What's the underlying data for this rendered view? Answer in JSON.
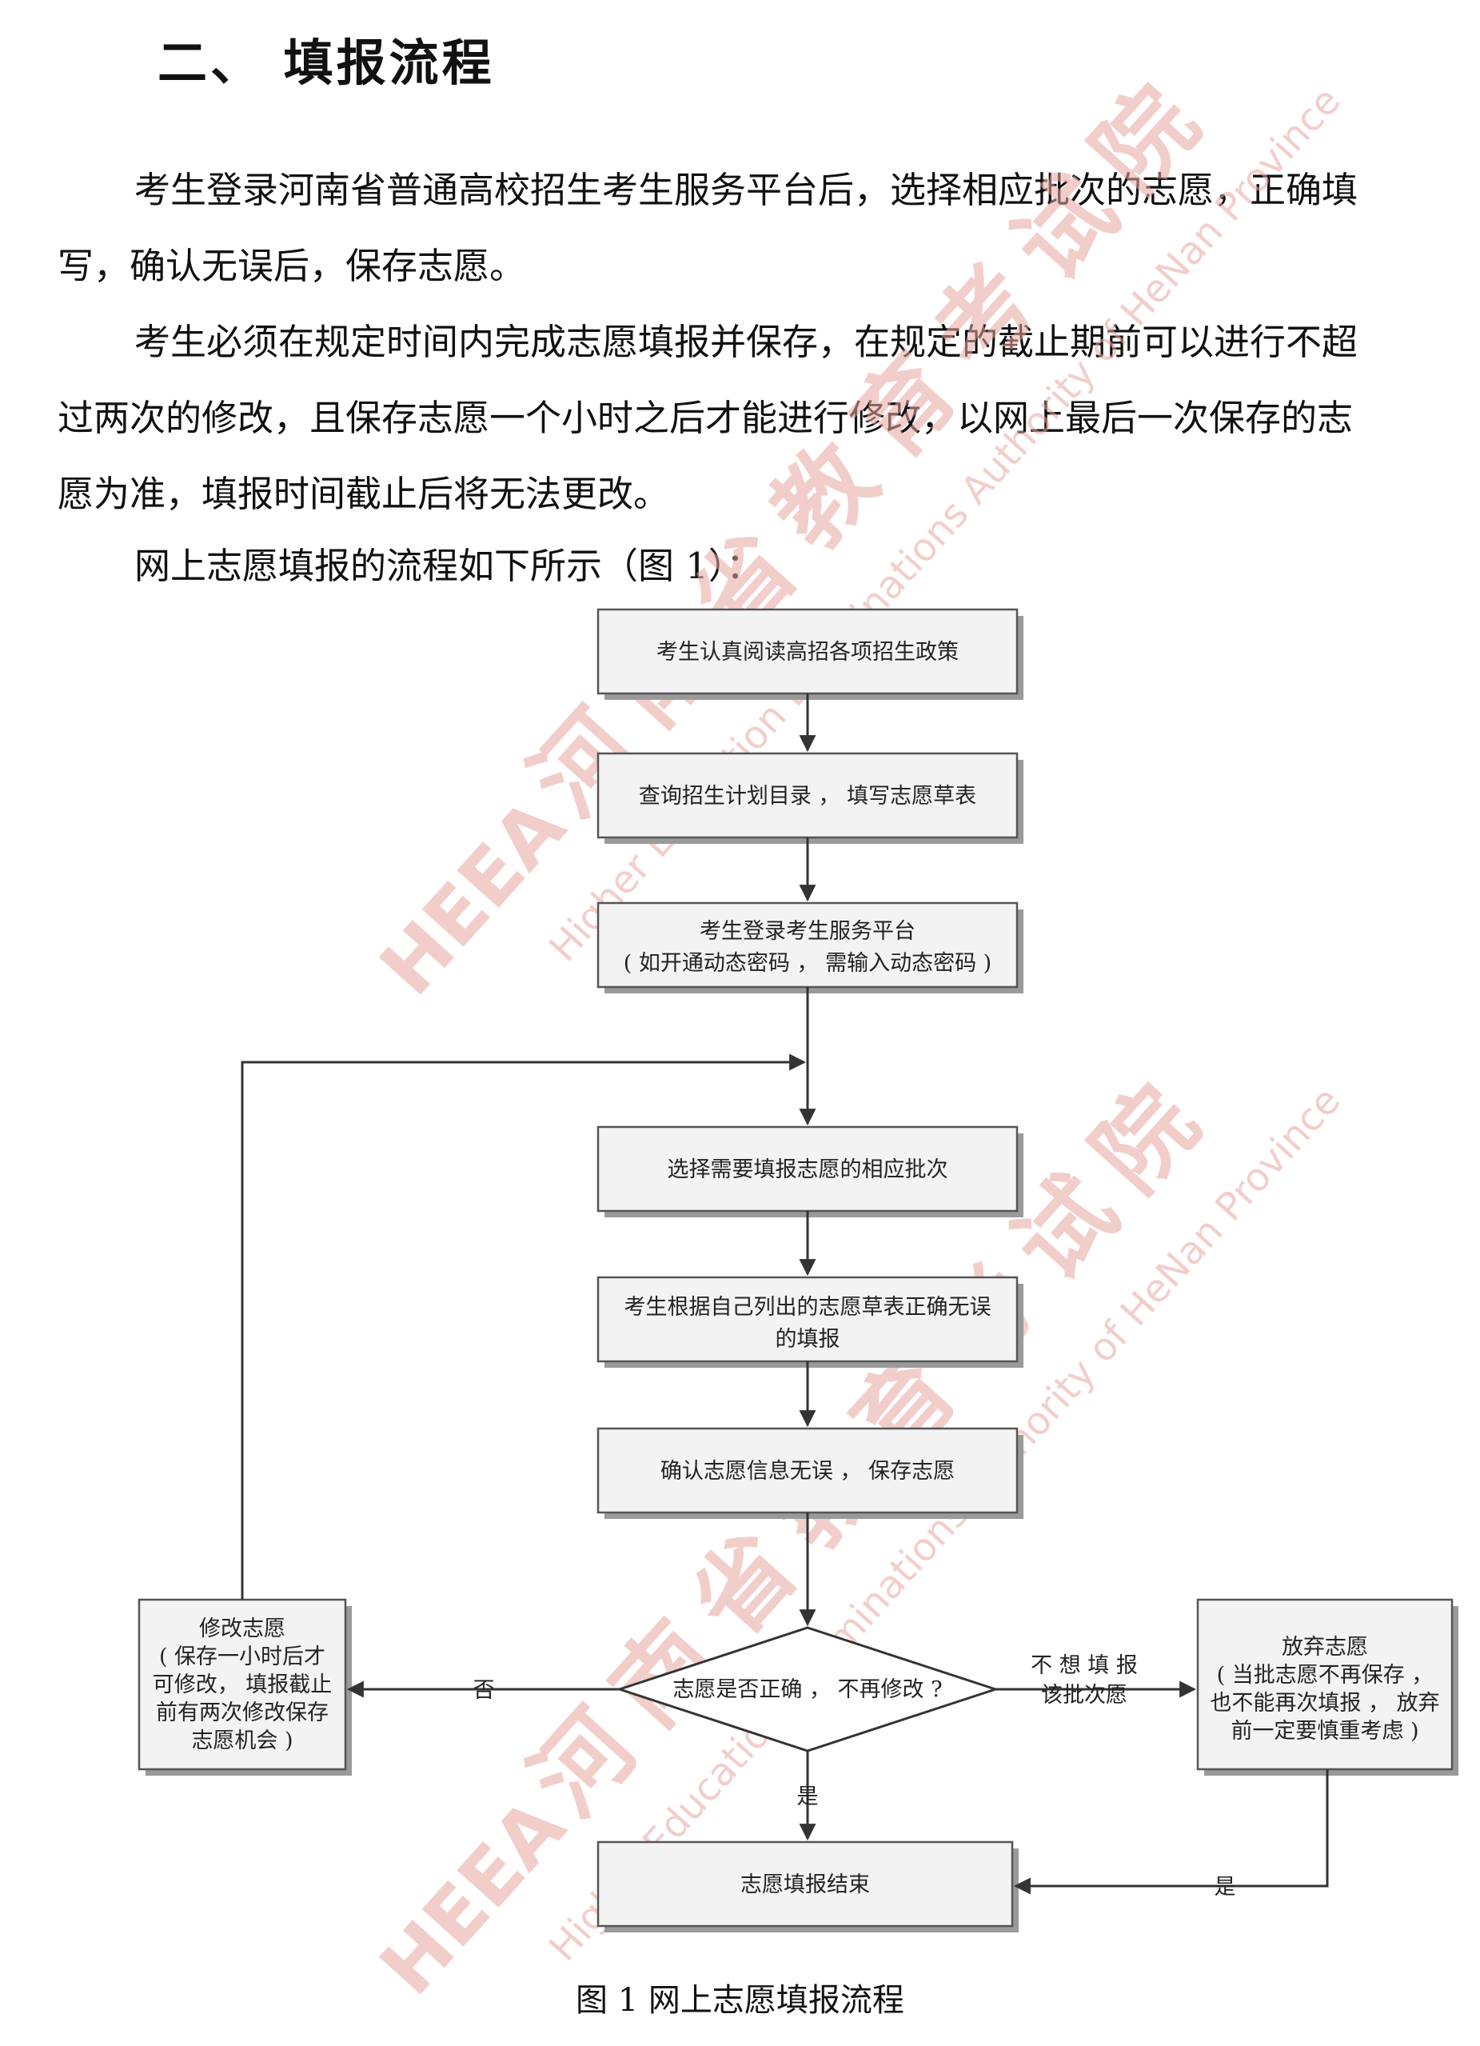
{
  "section_heading": "二、 填报流程",
  "paragraphs": [
    "考生登录河南省普通高校招生考生服务平台后，选择相应批次的志愿，正确填写，确认无误后，保存志愿。",
    "考生必须在规定时间内完成志愿填报并保存，在规定的截止期前可以进行不超过两次的修改，且保存志愿一个小时之后才能进行修改，以网上最后一次保存的志愿为准，填报时间截止后将无法更改。",
    "网上志愿填报的流程如下所示（图 1）："
  ],
  "flowchart": {
    "step1": "考生认真阅读高招各项招生政策",
    "step2": "查询招生计划目录 ， 填写志愿草表",
    "step3_line1": "考生登录考生服务平台",
    "step3_line2": "( 如开通动态密码 ， 需输入动态密码 )",
    "step4": "选择需要填报志愿的相应批次",
    "step5_line1": "考生根据自己列出的志愿草表正确无误",
    "step5_line2": "的填报",
    "step6": "确认志愿信息无误 ， 保存志愿",
    "decision": "志愿是否正确 ， 不再修改 ?",
    "modify_lines": [
      "修改志愿",
      "( 保存一小时后才",
      "可修改， 填报截止",
      "前有两次修改保存",
      "志愿机会 )"
    ],
    "abandon_lines": [
      "放弃志愿",
      "( 当批志愿不再保存 ，",
      "也不能再次填报 ， 放弃",
      "前一定要慎重考虑 )"
    ],
    "end": "志愿填报结束",
    "label_no": "否",
    "label_yes": "是",
    "label_yes_right": "是",
    "label_skip_line1": "不 想 填 报",
    "label_skip_line2": "该批次愿"
  },
  "figure_caption": "图 1  网上志愿填报流程",
  "watermark": {
    "logo": "HEEA",
    "cn": "河南省教育考试院",
    "en": "Higher Education Examinations Authority of HeNan Province",
    "color": "#e8a7a2"
  }
}
